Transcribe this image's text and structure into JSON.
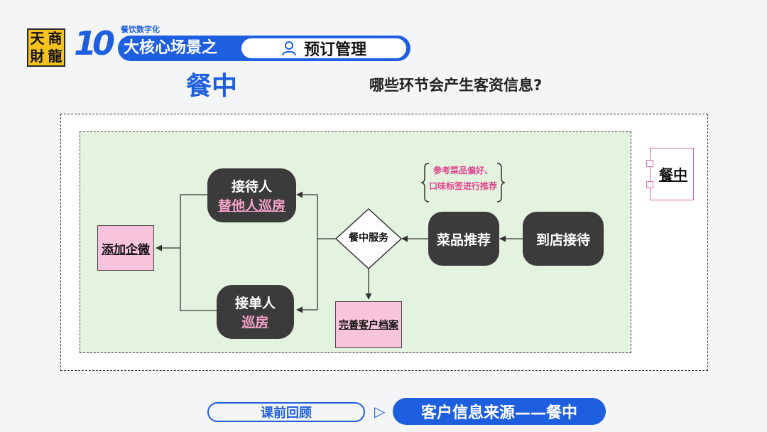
{
  "logo": {
    "chars": [
      "天",
      "商",
      "財",
      "龍"
    ]
  },
  "header": {
    "small_label": "餐饮数字化",
    "number": "10",
    "banner_text": "大核心场景之",
    "scene_title": "预订管理",
    "scene_icon": "user-icon"
  },
  "stage_title": "餐中",
  "question": "哪些环节会产生客资信息?",
  "side_label": "餐中",
  "diagram": {
    "arrival": "到店接待",
    "recommend": "菜品推荐",
    "note_line1": "参考菜品偏好、",
    "note_line2": "口味标签进行推荐",
    "service": "餐中服务",
    "receptionist_title": "接待人",
    "receptionist_sub": "替他人巡房",
    "order_taker_title": "接单人",
    "order_taker_sub": "巡房",
    "add_wecom": "添加企微",
    "complete_profile": "完善客户档案"
  },
  "footer": {
    "review": "课前回顾",
    "current": "客户信息来源——餐中"
  },
  "colors": {
    "brand_blue": "#1e5fe0",
    "node_dark": "#3b3b3b",
    "pink": "#f8c4dc",
    "green_area": "#e4f3df"
  }
}
